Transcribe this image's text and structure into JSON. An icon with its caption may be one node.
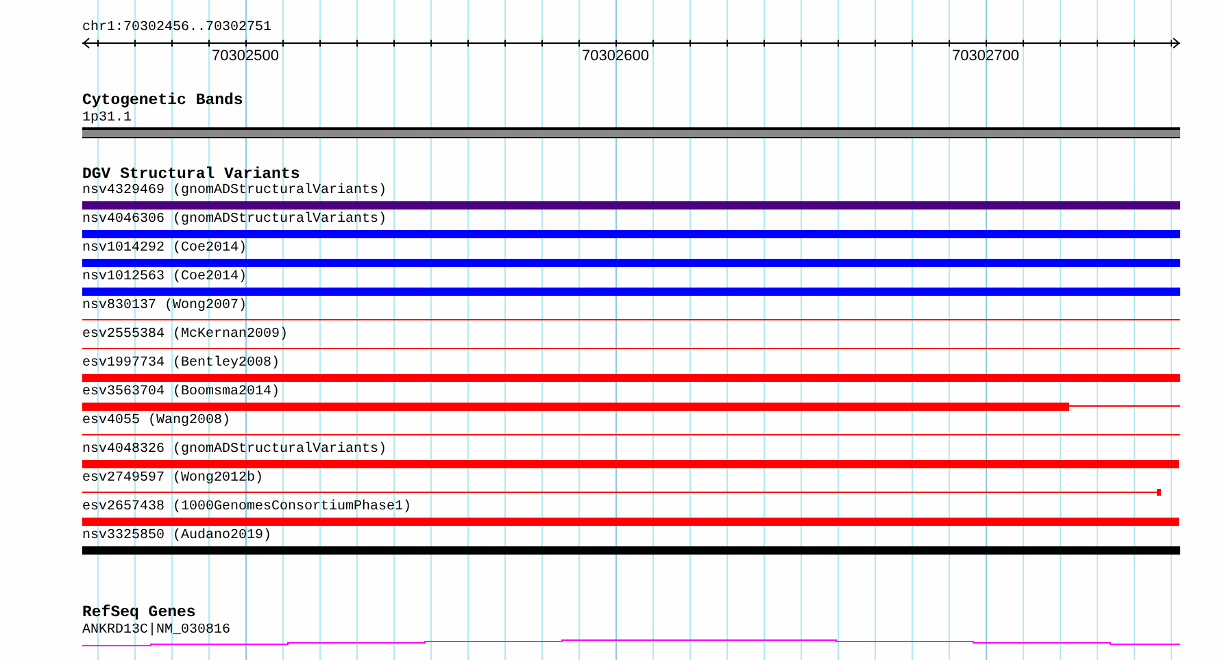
{
  "diagram": {
    "nodes": [
      {
        "text": [
          "1p31.1"
        ]
      },
      {
        "text": [
          "nsv4329469 (gnomADStructuralVariants)"
        ]
      },
      {
        "text": [
          "nsv4046306 (gnomADStructuralVariants)"
        ]
      },
      {
        "text": [
          "nsv1014292 (Coe2014)"
        ]
      },
      {
        "text": [
          "nsv1012563 (Coe2014)"
        ]
      },
      {
        "text": [
          "nsv830137 (Wong2007)"
        ]
      },
      {
        "text": [
          "esv2555384 (McKernan2009)"
        ]
      },
      {
        "text": [
          "esv1997734 (Bentley2008)"
        ]
      },
      {
        "text": [
          "esv3563704 (Boomsma2014)"
        ]
      },
      {
        "text": [
          "esv4055 (Wang2008)"
        ]
      },
      {
        "text": [
          "nsv4048326 (gnomADStructuralVariants)"
        ]
      },
      {
        "text": [
          "esv2749597 (Wong2012b)"
        ]
      },
      {
        "text": [
          "esv2657438 (1000GenomesConsortiumPhase1)"
        ]
      },
      {
        "text": [
          "nsv3325850 (Audano2019)"
        ]
      },
      {
        "text": [
          "ANKRD13C|NM_030816"
        ]
      }
    ],
    "labels": [
      "chr1:70302456..70302751",
      "70302500",
      "70302600",
      "70302700",
      "Cytogenetic Bands",
      "DGV Structural Variants",
      "RefSeq Genes"
    ]
  }
}
